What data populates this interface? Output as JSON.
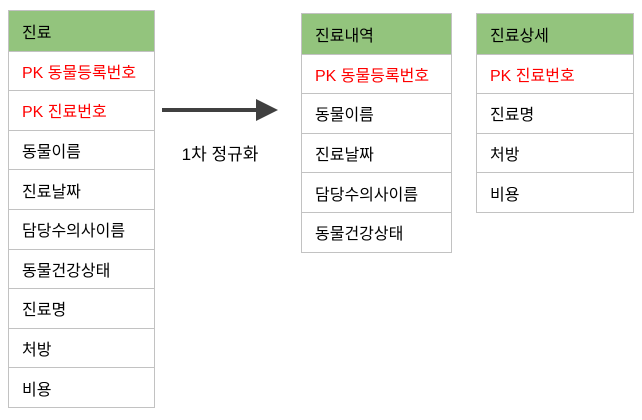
{
  "diagram": {
    "arrow_label": "1차 정규화",
    "colors": {
      "header_bg": "#93c47d",
      "pk_text": "#ff0000",
      "border": "#c2c2c2",
      "arrow": "#404040",
      "text": "#000000"
    },
    "tables": [
      {
        "title": "진료",
        "rows": [
          {
            "label": "PK 동물등록번호",
            "pk": true
          },
          {
            "label": "PK 진료번호",
            "pk": true
          },
          {
            "label": "동물이름",
            "pk": false
          },
          {
            "label": "진료날짜",
            "pk": false
          },
          {
            "label": "담당수의사이름",
            "pk": false
          },
          {
            "label": "동물건강상태",
            "pk": false
          },
          {
            "label": "진료명",
            "pk": false
          },
          {
            "label": "처방",
            "pk": false
          },
          {
            "label": "비용",
            "pk": false
          }
        ]
      },
      {
        "title": "진료내역",
        "rows": [
          {
            "label": "PK 동물등록번호",
            "pk": true
          },
          {
            "label": "동물이름",
            "pk": false
          },
          {
            "label": "진료날짜",
            "pk": false
          },
          {
            "label": "담당수의사이름",
            "pk": false
          },
          {
            "label": "동물건강상태",
            "pk": false
          }
        ]
      },
      {
        "title": "진료상세",
        "rows": [
          {
            "label": "PK 진료번호",
            "pk": true
          },
          {
            "label": "진료명",
            "pk": false
          },
          {
            "label": "처방",
            "pk": false
          },
          {
            "label": "비용",
            "pk": false
          }
        ]
      }
    ]
  }
}
